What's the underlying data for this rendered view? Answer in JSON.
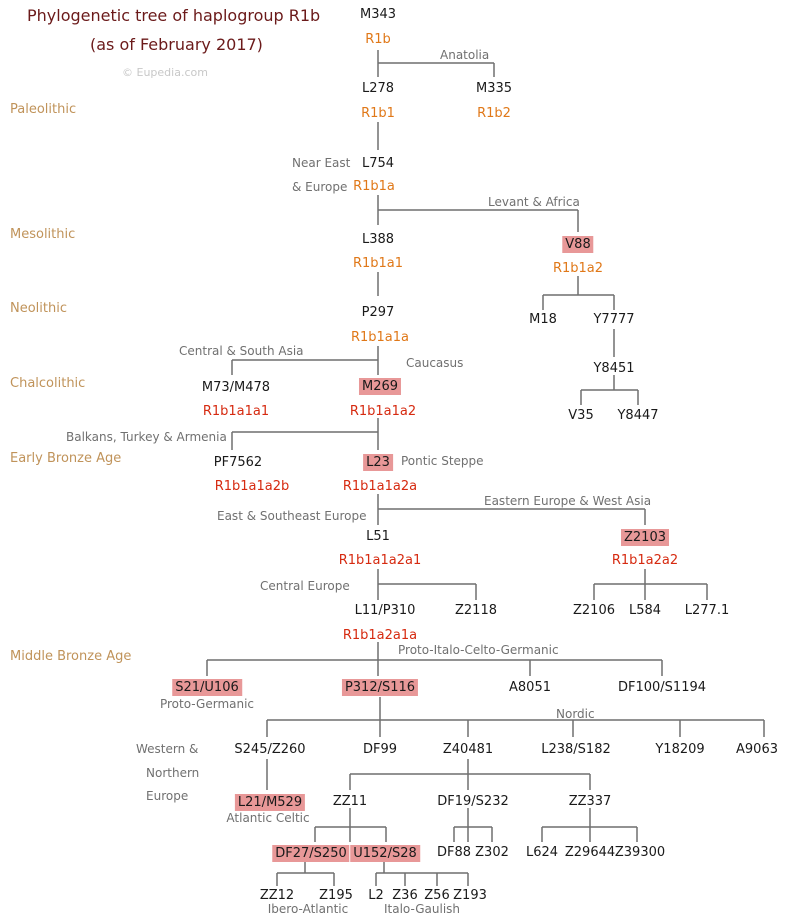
{
  "title": {
    "line1": "Phylogenetic tree of haplogroup R1b",
    "line2": "(as of February 2017)",
    "copyright": "© Eupedia.com"
  },
  "eras": {
    "paleolithic": "Paleolithic",
    "mesolithic": "Mesolithic",
    "neolithic": "Neolithic",
    "chalcolithic": "Chalcolithic",
    "early_bronze": "Early Bronze Age",
    "middle_bronze": "Middle Bronze Age"
  },
  "colors": {
    "title": "#6b1a1a",
    "era": "#c0935a",
    "haplogroup_early": "#e07818",
    "haplogroup_late": "#d62a10",
    "highlight": "#e89898",
    "region": "#707070",
    "line": "#6f6f6f"
  },
  "snps": {
    "m343": "M343",
    "l278": "L278",
    "m335": "M335",
    "l754": "L754",
    "l388": "L388",
    "v88": "V88",
    "p297": "P297",
    "m18": "M18",
    "y7777": "Y7777",
    "y8451": "Y8451",
    "m73": "M73/M478",
    "m269": "M269",
    "v35": "V35",
    "y8447": "Y8447",
    "pf7562": "PF7562",
    "l23": "L23",
    "l51": "L51",
    "z2103": "Z2103",
    "l11": "L11/P310",
    "z2118": "Z2118",
    "z2106": "Z2106",
    "l584": "L584",
    "l277": "L277.1",
    "s21": "S21/U106",
    "p312": "P312/S116",
    "a8051": "A8051",
    "df100": "DF100/S1194",
    "s245": "S245/Z260",
    "df99": "DF99",
    "z40481": "Z40481",
    "l238": "L238/S182",
    "y18209": "Y18209",
    "a9063": "A9063",
    "l21": "L21/M529",
    "zz11": "ZZ11",
    "df19": "DF19/S232",
    "zz337": "ZZ337",
    "df27": "DF27/S250",
    "u152": "U152/S28",
    "df88": "DF88",
    "z302": "Z302",
    "l624": "L624",
    "z29644": "Z29644",
    "z39300": "Z39300",
    "zz12": "ZZ12",
    "z195": "Z195",
    "l2": "L2",
    "z36": "Z36",
    "z56": "Z56",
    "z193": "Z193"
  },
  "haplogroups": {
    "r1b": "R1b",
    "r1b1": "R1b1",
    "r1b2": "R1b2",
    "r1b1a": "R1b1a",
    "r1b1a1": "R1b1a1",
    "r1b1a2": "R1b1a2",
    "r1b1a1a": "R1b1a1a",
    "r1b1a1a1": "R1b1a1a1",
    "r1b1a1a2": "R1b1a1a2",
    "r1b1a1a2b": "R1b1a1a2b",
    "r1b1a1a2a": "R1b1a1a2a",
    "r1b1a1a2a1": "R1b1a1a2a1",
    "r1b1a2a2": "R1b1a2a2",
    "r1b1a2a1a": "R1b1a2a1a"
  },
  "regions": {
    "anatolia": "Anatolia",
    "near_east_1": "Near East",
    "near_east_2": "& Europe",
    "levant_africa": "Levant & Africa",
    "central_south_asia": "Central & South Asia",
    "caucasus": "Caucasus",
    "balkans": "Balkans, Turkey & Armenia",
    "pontic": "Pontic Steppe",
    "east_se_europe": "East & Southeast Europe",
    "eastern_europe_west_asia": "Eastern Europe & West Asia",
    "central_europe": "Central Europe",
    "proto_icg": "Proto-Italo-Celto-Germanic",
    "proto_germanic": "Proto-Germanic",
    "nordic": "Nordic",
    "western_1": "Western &",
    "western_2": "Northern",
    "western_3": "Europe",
    "atlantic_celtic": "Atlantic Celtic",
    "ibero_atlantic": "Ibero-Atlantic",
    "italo_gaulish": "Italo-Gaulish"
  }
}
